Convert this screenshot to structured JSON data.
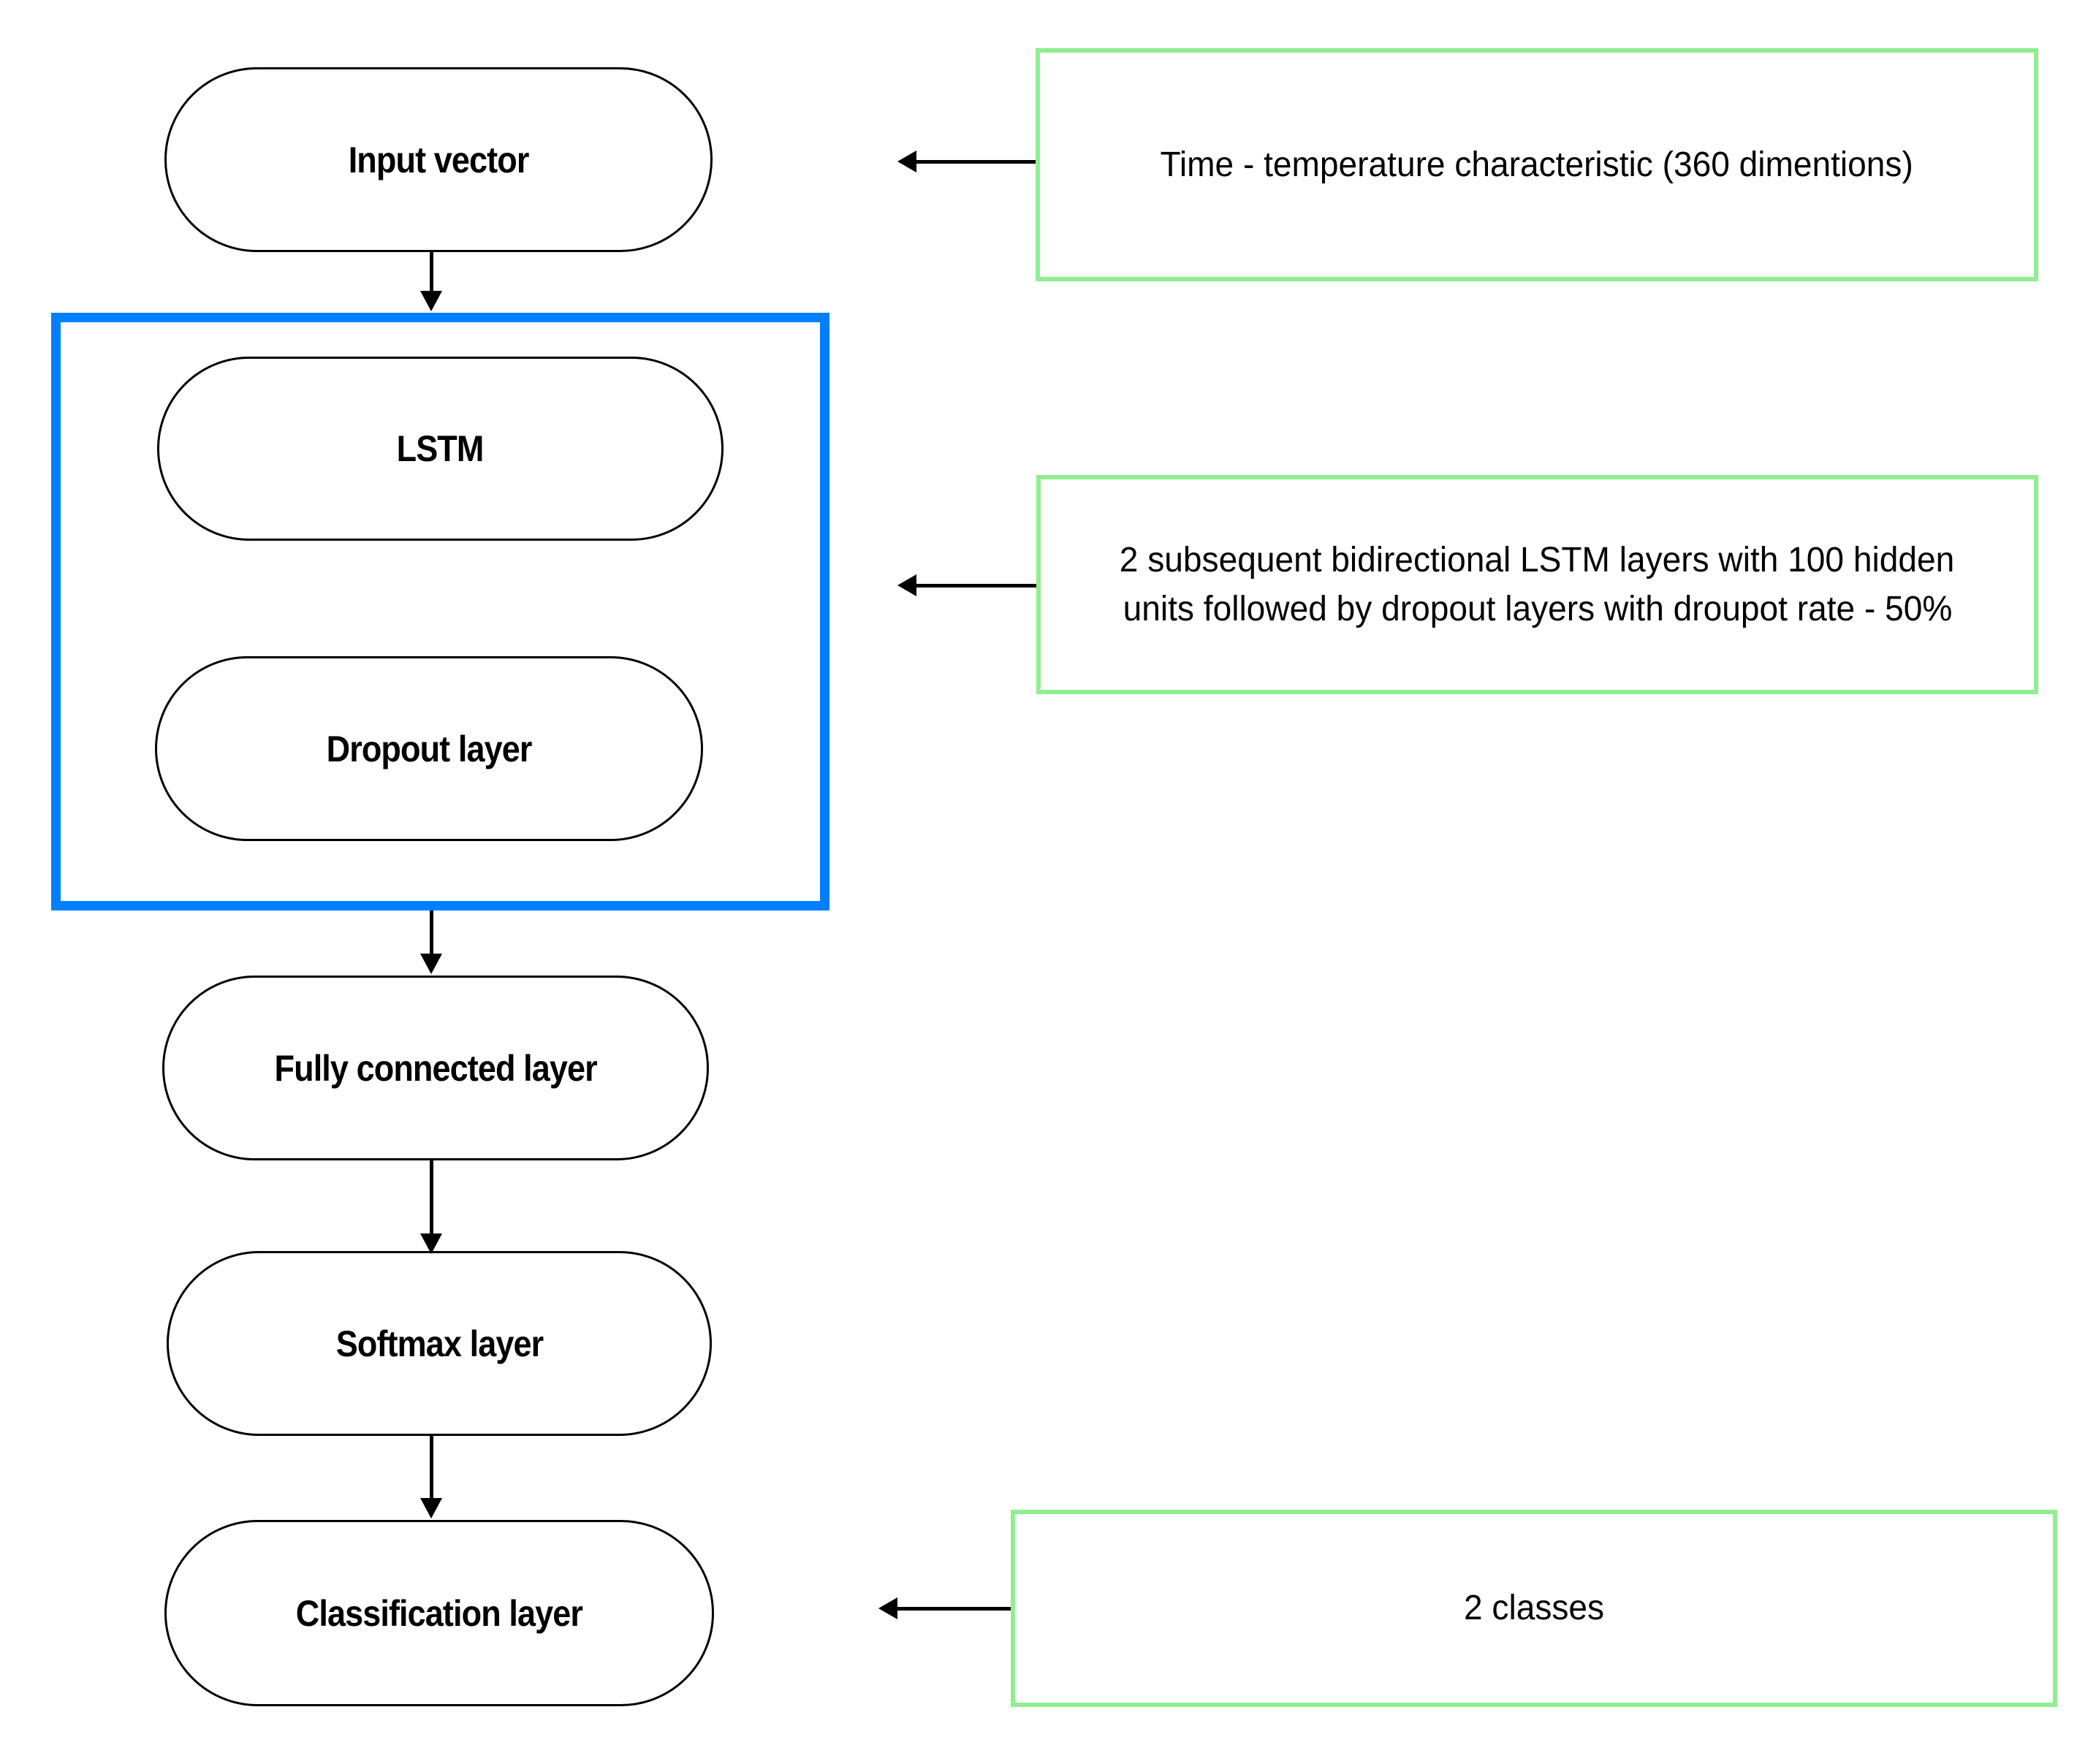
{
  "flowchart": {
    "nodes": [
      {
        "id": "input-vector",
        "label": "Input vector"
      },
      {
        "id": "lstm",
        "label": "LSTM"
      },
      {
        "id": "dropout-layer",
        "label": "Dropout layer"
      },
      {
        "id": "fully-connected",
        "label": "Fully connected layer"
      },
      {
        "id": "softmax-layer",
        "label": "Softmax layer"
      },
      {
        "id": "classification-layer",
        "label": "Classification layer"
      }
    ],
    "annotations": [
      {
        "target": "input-vector",
        "lines": [
          "Time - temperature characteristic (360 dimentions)"
        ]
      },
      {
        "target": "lstm-dropout-group",
        "lines": [
          "2 subsequent bidirectional LSTM layers with 100 hidden",
          "units followed by dropout layers with droupot rate - 50%"
        ]
      },
      {
        "target": "classification-layer",
        "lines": [
          "2 classes"
        ]
      }
    ],
    "colors": {
      "group_border": "#0080FF",
      "annotation_border": "#90EE90",
      "node_border": "#000000",
      "arrow": "#000000",
      "text": "#000000",
      "background": "#FFFFFF"
    }
  }
}
